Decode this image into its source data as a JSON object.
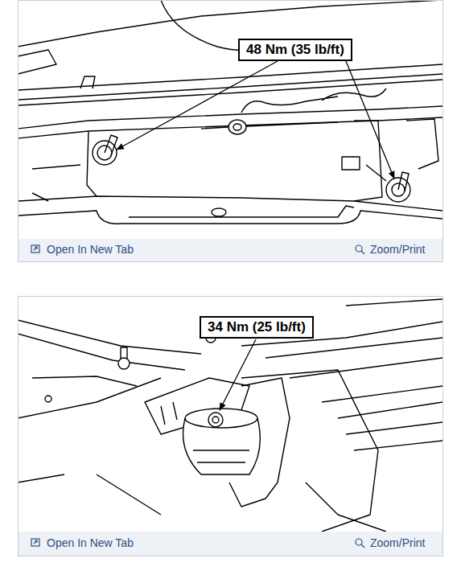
{
  "diagram": {
    "nodes": [
      {
        "text": [
          "48 Nm (35 lb/ft)"
        ]
      },
      {
        "text": [
          "34 Nm (25 lb/ft)"
        ]
      }
    ],
    "labels": [
      "Open In New Tab",
      "Zoom/Print",
      "Open In New Tab",
      "Zoom/Print"
    ]
  }
}
